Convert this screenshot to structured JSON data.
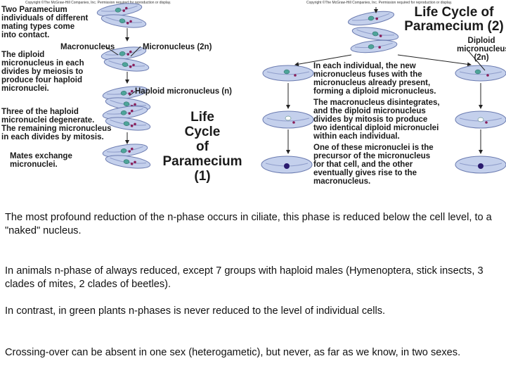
{
  "figure": {
    "copyright_left": "Copyright ©The McGraw-Hill Companies, Inc. Permission required for reproduction or display.",
    "copyright_right": "Copyright ©The McGraw-Hill Companies, Inc. Permission required for reproduction or display.",
    "panel1": {
      "title": "Life\nCycle\nof\nParamecium\n(1)",
      "label_two_paramecium": "Two Paramecium\nindividuals of different\nmating types come\ninto contact.",
      "label_macronucleus": "Macronucleus",
      "label_micronucleus": "Micronucleus (2n)",
      "label_diploid": "The diploid\nmicronucleus in each\ndivides by meiosis to\nproduce four haploid\nmicronuclei.",
      "label_haploid": "Haploid micronucleus (n)",
      "label_three": "Three of the haploid\nmicronuclei degenerate.\nThe remaining micronucleus\nin each divides by mitosis.",
      "label_mates": "Mates exchange\nmicronuclei."
    },
    "panel2": {
      "title": "Life Cycle of\nParamecium (2)",
      "label_diploid_micro": "Diploid\nmicronucleus\n(2n)",
      "label_each": "In each individual, the new\nmicronucleus fuses with the\nmicronucleus already present,\nforming a diploid micronucleus.",
      "label_macro": "The macronucleus disintegrates,\nand the diploid micronucleus\ndivides by mitosis to produce\ntwo identical diploid micronuclei\nwithin each individual.",
      "label_one": "One of these micronuclei is the\nprecursor of the micronucleus\nfor that cell, and the other\neventually gives rise to the\nmacronucleus."
    }
  },
  "text": {
    "p1": "The most profound reduction of the n-phase occurs in ciliate, this phase is reduced below the cell level, to a \"naked\" nucleus.",
    "p2": "In animals n-phase of always reduced, except 7 groups with haploid males (Hymenoptera, stick insects, 3 clades of mites, 2 clades of beetles).",
    "p3": "In contrast, in green plants n-phases is never reduced to the level of individual cells.",
    "p4": "Crossing-over can be absent in one sex (heterogametic), but never, as far as we know, in two sexes."
  },
  "colors": {
    "cell_fill": "#c4d0ec",
    "cell_stroke": "#6b7bb0",
    "macronucleus": "#4ea49a",
    "micronucleus": "#8a1f5a",
    "arrow": "#222222"
  }
}
